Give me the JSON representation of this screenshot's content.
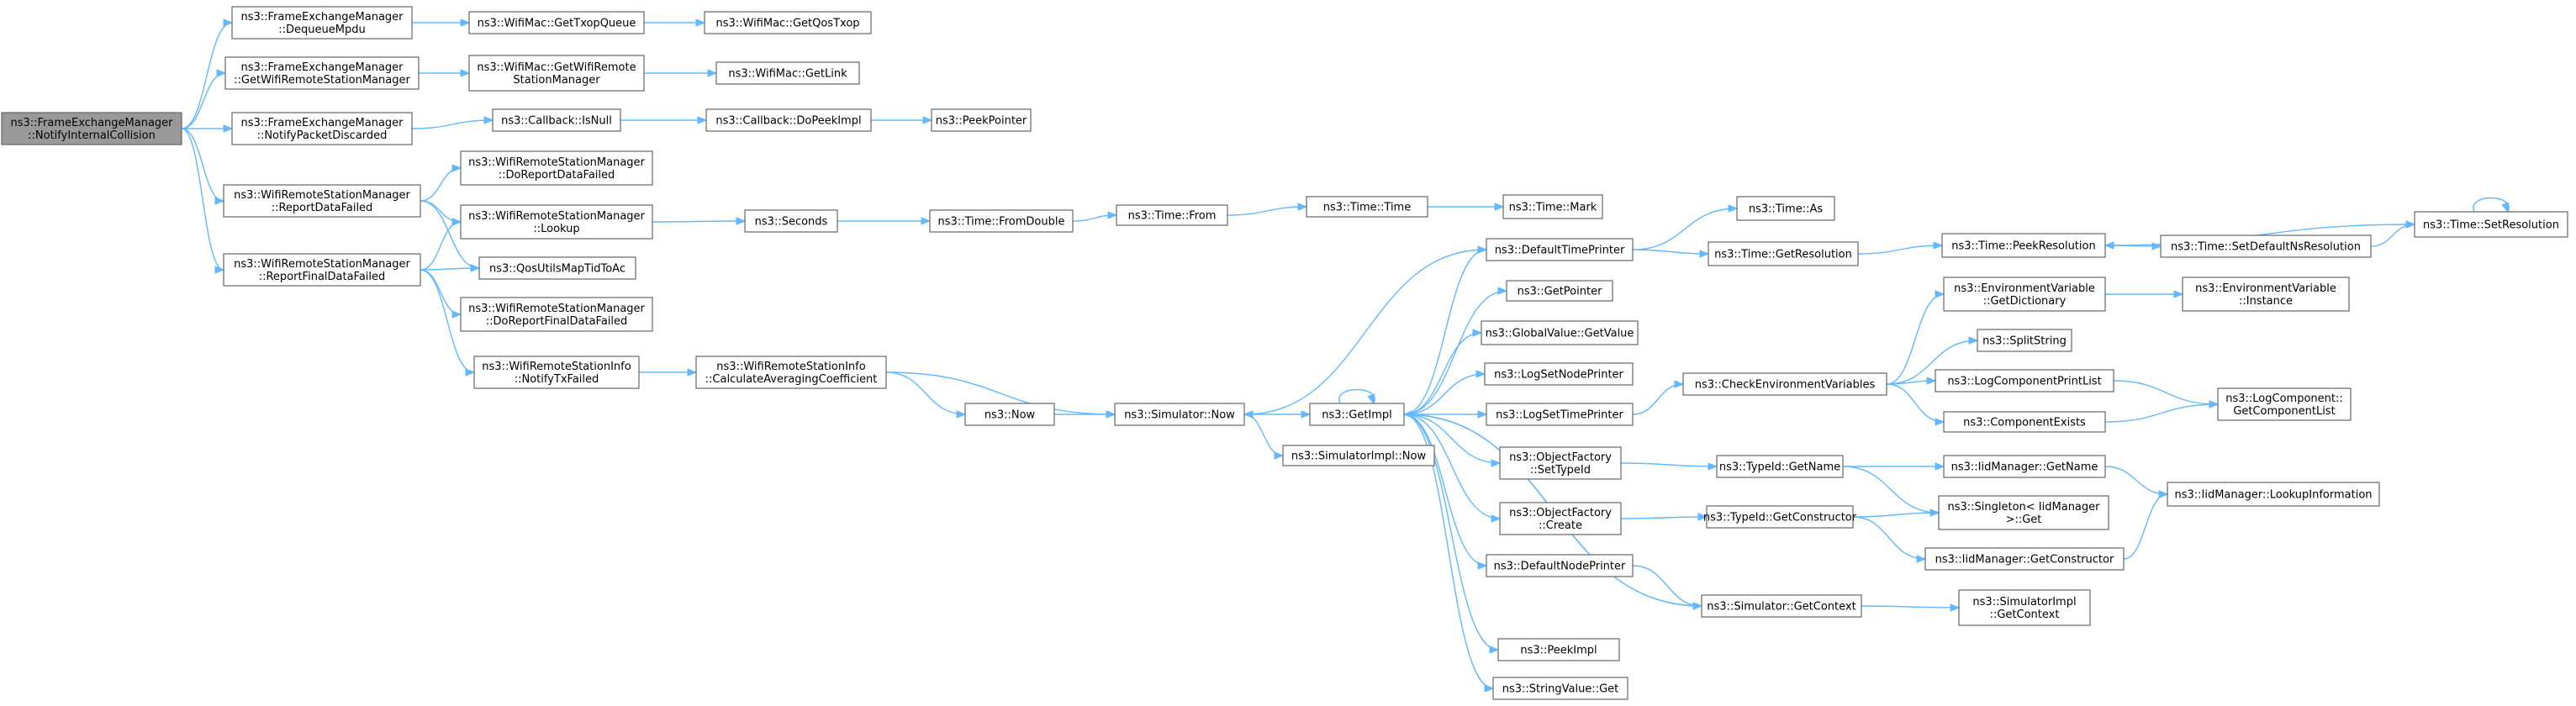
{
  "nodes": [
    {
      "id": "root",
      "root": true,
      "lines": [
        "ns3::FrameExchangeManager",
        "::NotifyInternalCollision"
      ]
    },
    {
      "id": "fem_dequeue",
      "lines": [
        "ns3::FrameExchangeManager",
        "::DequeueMpdu"
      ]
    },
    {
      "id": "fem_getwrsm",
      "lines": [
        "ns3::FrameExchangeManager",
        "::GetWifiRemoteStationManager"
      ]
    },
    {
      "id": "fem_notifypd",
      "lines": [
        "ns3::FrameExchangeManager",
        "::NotifyPacketDiscarded"
      ]
    },
    {
      "id": "wrsm_rdf",
      "lines": [
        "ns3::WifiRemoteStationManager",
        "::ReportDataFailed"
      ]
    },
    {
      "id": "wrsm_rfdf",
      "lines": [
        "ns3::WifiRemoteStationManager",
        "::ReportFinalDataFailed"
      ]
    },
    {
      "id": "mac_gettxop",
      "lines": [
        "ns3::WifiMac::GetTxopQueue"
      ]
    },
    {
      "id": "mac_getqos",
      "lines": [
        "ns3::WifiMac::GetQosTxop"
      ]
    },
    {
      "id": "mac_getwrsm",
      "lines": [
        "ns3::WifiMac::GetWifiRemote",
        "StationManager"
      ]
    },
    {
      "id": "mac_getlink",
      "lines": [
        "ns3::WifiMac::GetLink"
      ]
    },
    {
      "id": "cb_isnull",
      "lines": [
        "ns3::Callback::IsNull"
      ]
    },
    {
      "id": "cb_dopeek",
      "lines": [
        "ns3::Callback::DoPeekImpl"
      ]
    },
    {
      "id": "peekptr",
      "lines": [
        "ns3::PeekPointer"
      ]
    },
    {
      "id": "wrsm_dordf",
      "lines": [
        "ns3::WifiRemoteStationManager",
        "::DoReportDataFailed"
      ]
    },
    {
      "id": "wrsm_lookup",
      "lines": [
        "ns3::WifiRemoteStationManager",
        "::Lookup"
      ]
    },
    {
      "id": "qos_map",
      "lines": [
        "ns3::QosUtilsMapTidToAc"
      ]
    },
    {
      "id": "wrsm_dorfdf",
      "lines": [
        "ns3::WifiRemoteStationManager",
        "::DoReportFinalDataFailed"
      ]
    },
    {
      "id": "wrsi_ntf",
      "lines": [
        "ns3::WifiRemoteStationInfo",
        "::NotifyTxFailed"
      ]
    },
    {
      "id": "wrsi_calc",
      "lines": [
        "ns3::WifiRemoteStationInfo",
        "::CalculateAveragingCoefficient"
      ]
    },
    {
      "id": "seconds",
      "lines": [
        "ns3::Seconds"
      ]
    },
    {
      "id": "time_fromdouble",
      "lines": [
        "ns3::Time::FromDouble"
      ]
    },
    {
      "id": "time_from",
      "lines": [
        "ns3::Time::From"
      ]
    },
    {
      "id": "time_time",
      "lines": [
        "ns3::Time::Time"
      ]
    },
    {
      "id": "time_mark",
      "lines": [
        "ns3::Time::Mark"
      ]
    },
    {
      "id": "now",
      "lines": [
        "ns3::Now"
      ]
    },
    {
      "id": "sim_now",
      "lines": [
        "ns3::Simulator::Now"
      ]
    },
    {
      "id": "simimpl_now",
      "lines": [
        "ns3::SimulatorImpl::Now"
      ]
    },
    {
      "id": "getimpl",
      "lines": [
        "ns3::GetImpl"
      ]
    },
    {
      "id": "dtp",
      "lines": [
        "ns3::DefaultTimePrinter"
      ]
    },
    {
      "id": "time_as",
      "lines": [
        "ns3::Time::As"
      ]
    },
    {
      "id": "time_getres",
      "lines": [
        "ns3::Time::GetResolution"
      ]
    },
    {
      "id": "time_peekres",
      "lines": [
        "ns3::Time::PeekResolution"
      ]
    },
    {
      "id": "time_setdef",
      "lines": [
        "ns3::Time::SetDefaultNsResolution"
      ]
    },
    {
      "id": "time_setres",
      "lines": [
        "ns3::Time::SetResolution"
      ]
    },
    {
      "id": "getpointer",
      "lines": [
        "ns3::GetPointer"
      ]
    },
    {
      "id": "gv_getvalue",
      "lines": [
        "ns3::GlobalValue::GetValue"
      ]
    },
    {
      "id": "logsetnode",
      "lines": [
        "ns3::LogSetNodePrinter"
      ]
    },
    {
      "id": "logsettime",
      "lines": [
        "ns3::LogSetTimePrinter"
      ]
    },
    {
      "id": "checkenv",
      "lines": [
        "ns3::CheckEnvironmentVariables"
      ]
    },
    {
      "id": "env_getdict",
      "lines": [
        "ns3::EnvironmentVariable",
        "::GetDictionary"
      ]
    },
    {
      "id": "env_instance",
      "lines": [
        "ns3::EnvironmentVariable",
        "::Instance"
      ]
    },
    {
      "id": "splitstring",
      "lines": [
        "ns3::SplitString"
      ]
    },
    {
      "id": "logcomp_printlist",
      "lines": [
        "ns3::LogComponentPrintList"
      ]
    },
    {
      "id": "logcomp_getlist",
      "lines": [
        "ns3::LogComponent::",
        "GetComponentList"
      ]
    },
    {
      "id": "comp_exists",
      "lines": [
        "ns3::ComponentExists"
      ]
    },
    {
      "id": "of_settypeid",
      "lines": [
        "ns3::ObjectFactory",
        "::SetTypeId"
      ]
    },
    {
      "id": "typeid_getname",
      "lines": [
        "ns3::TypeId::GetName"
      ]
    },
    {
      "id": "iid_getname",
      "lines": [
        "ns3::IidManager::GetName"
      ]
    },
    {
      "id": "iid_lookupinfo",
      "lines": [
        "ns3::IidManager::LookupInformation"
      ]
    },
    {
      "id": "singleton_get",
      "lines": [
        "ns3::Singleton< IidManager",
        " >::Get"
      ]
    },
    {
      "id": "of_create",
      "lines": [
        "ns3::ObjectFactory",
        "::Create"
      ]
    },
    {
      "id": "typeid_getctor",
      "lines": [
        "ns3::TypeId::GetConstructor"
      ]
    },
    {
      "id": "iid_getctor",
      "lines": [
        "ns3::IidManager::GetConstructor"
      ]
    },
    {
      "id": "dnp",
      "lines": [
        "ns3::DefaultNodePrinter"
      ]
    },
    {
      "id": "sim_getctx",
      "lines": [
        "ns3::Simulator::GetContext"
      ]
    },
    {
      "id": "simimpl_getctx",
      "lines": [
        "ns3::SimulatorImpl",
        "::GetContext"
      ]
    },
    {
      "id": "peekimpl",
      "lines": [
        "ns3::PeekImpl"
      ]
    },
    {
      "id": "strval_get",
      "lines": [
        "ns3::StringValue::Get"
      ]
    }
  ],
  "edges": [
    [
      "root",
      "fem_dequeue"
    ],
    [
      "root",
      "fem_getwrsm"
    ],
    [
      "root",
      "fem_notifypd"
    ],
    [
      "root",
      "wrsm_rdf"
    ],
    [
      "root",
      "wrsm_rfdf"
    ],
    [
      "fem_dequeue",
      "mac_gettxop"
    ],
    [
      "mac_gettxop",
      "mac_getqos"
    ],
    [
      "fem_getwrsm",
      "mac_getwrsm"
    ],
    [
      "mac_getwrsm",
      "mac_getlink"
    ],
    [
      "fem_notifypd",
      "cb_isnull"
    ],
    [
      "cb_isnull",
      "cb_dopeek"
    ],
    [
      "cb_dopeek",
      "peekptr"
    ],
    [
      "wrsm_rdf",
      "wrsm_dordf"
    ],
    [
      "wrsm_rdf",
      "wrsm_lookup"
    ],
    [
      "wrsm_rdf",
      "qos_map"
    ],
    [
      "wrsm_rfdf",
      "wrsm_lookup"
    ],
    [
      "wrsm_rfdf",
      "qos_map"
    ],
    [
      "wrsm_rfdf",
      "wrsm_dorfdf"
    ],
    [
      "wrsm_rfdf",
      "wrsi_ntf"
    ],
    [
      "wrsi_ntf",
      "wrsi_calc"
    ],
    [
      "wrsi_calc",
      "now"
    ],
    [
      "wrsi_calc",
      "sim_now"
    ],
    [
      "wrsm_lookup",
      "seconds"
    ],
    [
      "seconds",
      "time_fromdouble"
    ],
    [
      "time_fromdouble",
      "time_from"
    ],
    [
      "time_from",
      "time_time"
    ],
    [
      "time_time",
      "time_mark"
    ],
    [
      "now",
      "sim_now"
    ],
    [
      "sim_now",
      "getimpl"
    ],
    [
      "sim_now",
      "simimpl_now"
    ],
    [
      "getimpl",
      "dtp"
    ],
    [
      "getimpl",
      "getpointer"
    ],
    [
      "getimpl",
      "gv_getvalue"
    ],
    [
      "getimpl",
      "logsetnode"
    ],
    [
      "getimpl",
      "logsettime"
    ],
    [
      "getimpl",
      "of_settypeid"
    ],
    [
      "getimpl",
      "of_create"
    ],
    [
      "getimpl",
      "dnp"
    ],
    [
      "getimpl",
      "sim_getctx"
    ],
    [
      "getimpl",
      "peekimpl"
    ],
    [
      "getimpl",
      "strval_get"
    ],
    [
      "getimpl",
      "getimpl"
    ],
    [
      "dtp",
      "sim_now"
    ],
    [
      "dtp",
      "time_as"
    ],
    [
      "dtp",
      "time_getres"
    ],
    [
      "time_getres",
      "time_peekres"
    ],
    [
      "time_peekres",
      "time_setdef"
    ],
    [
      "time_setdef",
      "time_setres"
    ],
    [
      "time_setres",
      "time_peekres"
    ],
    [
      "time_setres",
      "time_setres"
    ],
    [
      "logsettime",
      "checkenv"
    ],
    [
      "checkenv",
      "env_getdict"
    ],
    [
      "checkenv",
      "splitstring"
    ],
    [
      "checkenv",
      "logcomp_printlist"
    ],
    [
      "checkenv",
      "comp_exists"
    ],
    [
      "env_getdict",
      "env_instance"
    ],
    [
      "logcomp_printlist",
      "logcomp_getlist"
    ],
    [
      "comp_exists",
      "logcomp_getlist"
    ],
    [
      "of_settypeid",
      "typeid_getname"
    ],
    [
      "typeid_getname",
      "iid_getname"
    ],
    [
      "typeid_getname",
      "singleton_get"
    ],
    [
      "iid_getname",
      "iid_lookupinfo"
    ],
    [
      "of_create",
      "typeid_getctor"
    ],
    [
      "typeid_getctor",
      "singleton_get"
    ],
    [
      "typeid_getctor",
      "iid_getctor"
    ],
    [
      "iid_getctor",
      "iid_lookupinfo"
    ],
    [
      "dnp",
      "sim_getctx"
    ],
    [
      "sim_getctx",
      "getimpl"
    ],
    [
      "sim_getctx",
      "simimpl_getctx"
    ]
  ]
}
